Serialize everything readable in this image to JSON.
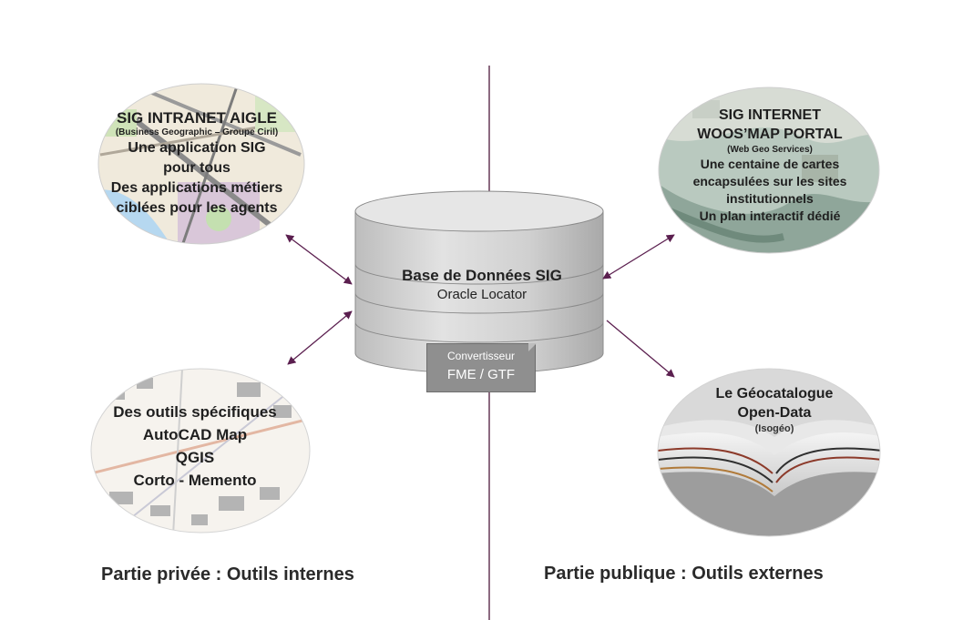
{
  "database": {
    "title": "Base de Données SIG",
    "subtitle": "Oracle Locator"
  },
  "converter": {
    "line1": "Convertisseur",
    "line2": "FME / GTF"
  },
  "aigle": {
    "title": "SIG INTRANET  AIGLE",
    "note": "(Business  Geographic – Groupe Ciril)",
    "lines": [
      "Une application SIG",
      "pour tous",
      "Des applications métiers",
      "ciblées pour les agents"
    ]
  },
  "woosmap": {
    "title1": "SIG INTERNET",
    "title2": "WOOS’MAP PORTAL",
    "note": "(Web Geo Services)",
    "lines": [
      "Une centaine de cartes",
      "encapsulées sur les sites",
      "institutionnels",
      "Un plan interactif dédié"
    ]
  },
  "outils": {
    "lines": [
      "Des outils  spécifiques",
      "AutoCAD Map",
      "QGIS",
      "Corto - Memento"
    ]
  },
  "geocatalogue": {
    "title1": "Le Géocatalogue",
    "title2": "Open-Data",
    "note": "(Isogéo)"
  },
  "captions": {
    "private": "Partie privée : Outils internes",
    "public": "Partie publique : Outils externes"
  },
  "colors": {
    "divider": "#5a2a4a",
    "arrow": "#5b1f4f",
    "cylinder": "#d4d4d4",
    "converter": "#8f8f8f"
  },
  "icons": {
    "aigle": "map-tile-icon",
    "woosmap": "aerial-photo-icon",
    "outils": "cadastre-map-icon",
    "geocatalogue": "open-book-icon",
    "database": "database-cylinder-icon"
  }
}
